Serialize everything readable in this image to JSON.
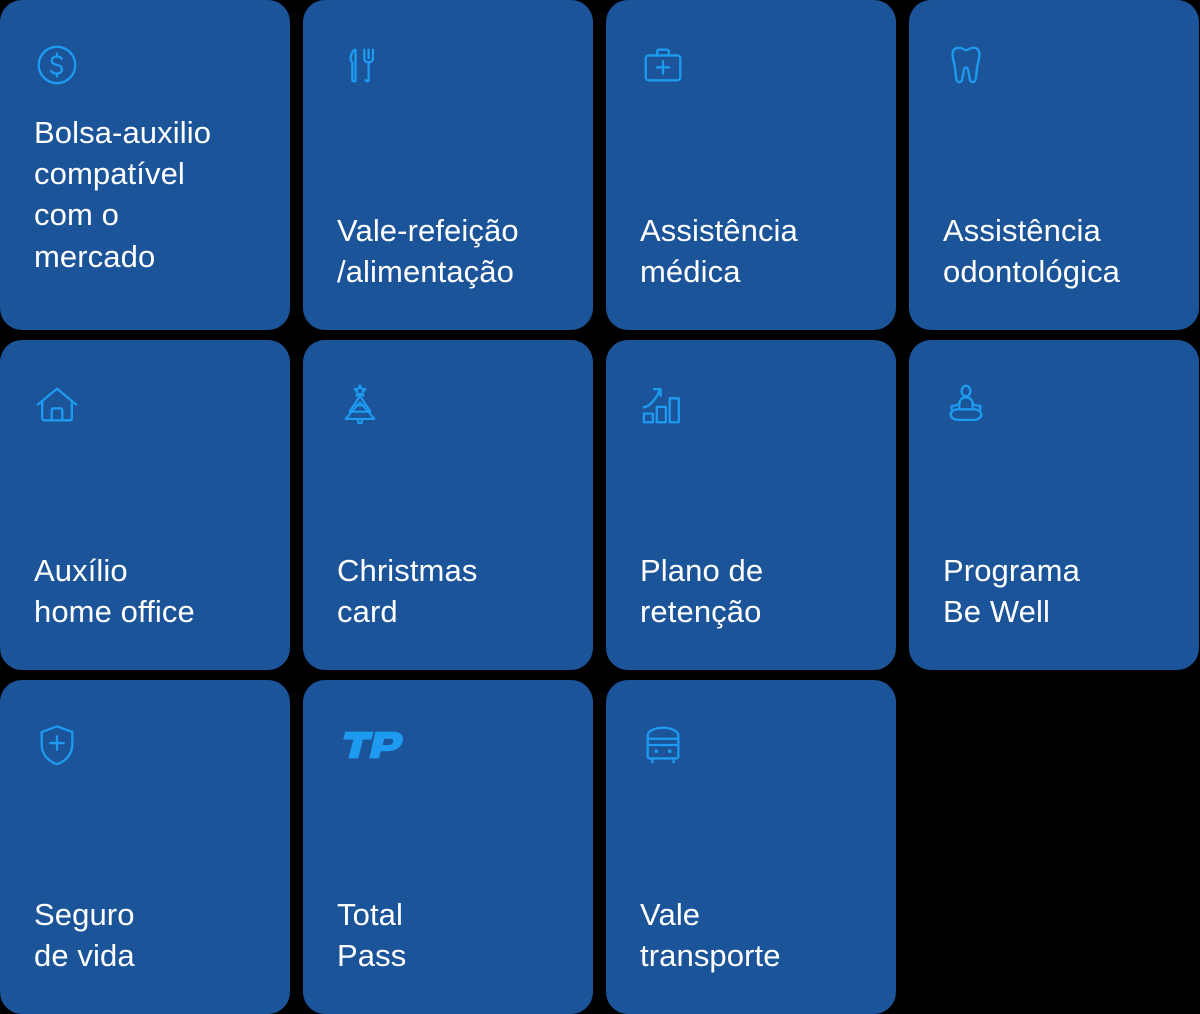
{
  "theme": {
    "background": "#000000",
    "card_background": "#1b5499",
    "icon_accent": "#1e9bf0",
    "text_color": "#ffffff"
  },
  "grid": {
    "columns": 4,
    "rows": 3
  },
  "cards": [
    {
      "id": "bolsa-auxilio",
      "icon": "dollar-circle-icon",
      "title": "Bolsa-auxilio\ncompatível\ncom o\nmercado"
    },
    {
      "id": "vale-refeicao",
      "icon": "cutlery-icon",
      "title": "Vale-refeição\n/alimentação"
    },
    {
      "id": "assistencia-medica",
      "icon": "medical-kit-icon",
      "title": "Assistência\nmédica"
    },
    {
      "id": "assistencia-odontologica",
      "icon": "tooth-icon",
      "title": "Assistência\nodontológica"
    },
    {
      "id": "auxilio-home-office",
      "icon": "home-icon",
      "title": "Auxílio\nhome office"
    },
    {
      "id": "christmas-card",
      "icon": "christmas-tree-icon",
      "title": "Christmas\ncard"
    },
    {
      "id": "plano-de-retencao",
      "icon": "growth-chart-icon",
      "title": "Plano de\nretenção"
    },
    {
      "id": "programa-be-well",
      "icon": "meditation-icon",
      "title": "Programa\nBe Well"
    },
    {
      "id": "seguro-de-vida",
      "icon": "shield-plus-icon",
      "title": "Seguro\nde vida"
    },
    {
      "id": "total-pass",
      "icon": "totalpass-logo",
      "title": "Total\nPass"
    },
    {
      "id": "vale-transporte",
      "icon": "bus-icon",
      "title": "Vale\ntransporte"
    },
    {
      "id": "empty-slot",
      "icon": "",
      "title": ""
    }
  ]
}
